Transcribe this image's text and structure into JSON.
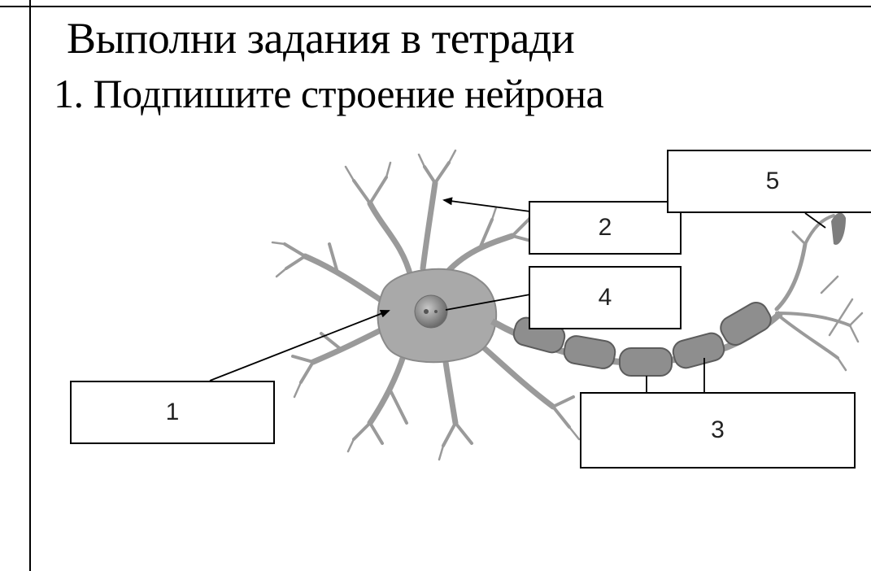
{
  "title": "Выполни задания в тетради",
  "task": "1. Подпишите строение  нейрона",
  "labels": {
    "l1": "1",
    "l2": "2",
    "l3": "3",
    "l4": "4",
    "l5": "5"
  },
  "colors": {
    "neuron_fill": "#a9a9a9",
    "neuron_stroke": "#6f6f6f",
    "myelin_fill": "#8e8e8e",
    "nucleus": "#7d7d7d"
  }
}
